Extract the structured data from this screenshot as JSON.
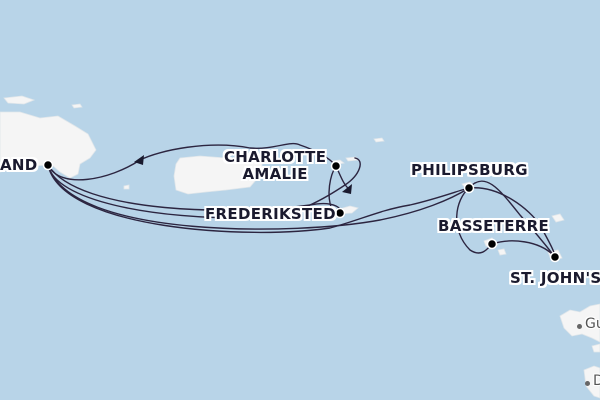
{
  "map": {
    "water_color": "#b8d4e8",
    "land_color": "#f5f5f5",
    "route_color": "#2c2540",
    "marker_color": "#000000"
  },
  "ports": {
    "island": "AND",
    "charlotte_amalie": "CHARLOTTE\nAMALIE",
    "frederiksted": "FREDERIKSTED",
    "philipsburg": "PHILIPSBURG",
    "basseterre": "BASSETERRE",
    "st_johns": "ST. JOHN'S"
  },
  "places": {
    "guadeloupe": "Gu",
    "dominica": "D"
  }
}
